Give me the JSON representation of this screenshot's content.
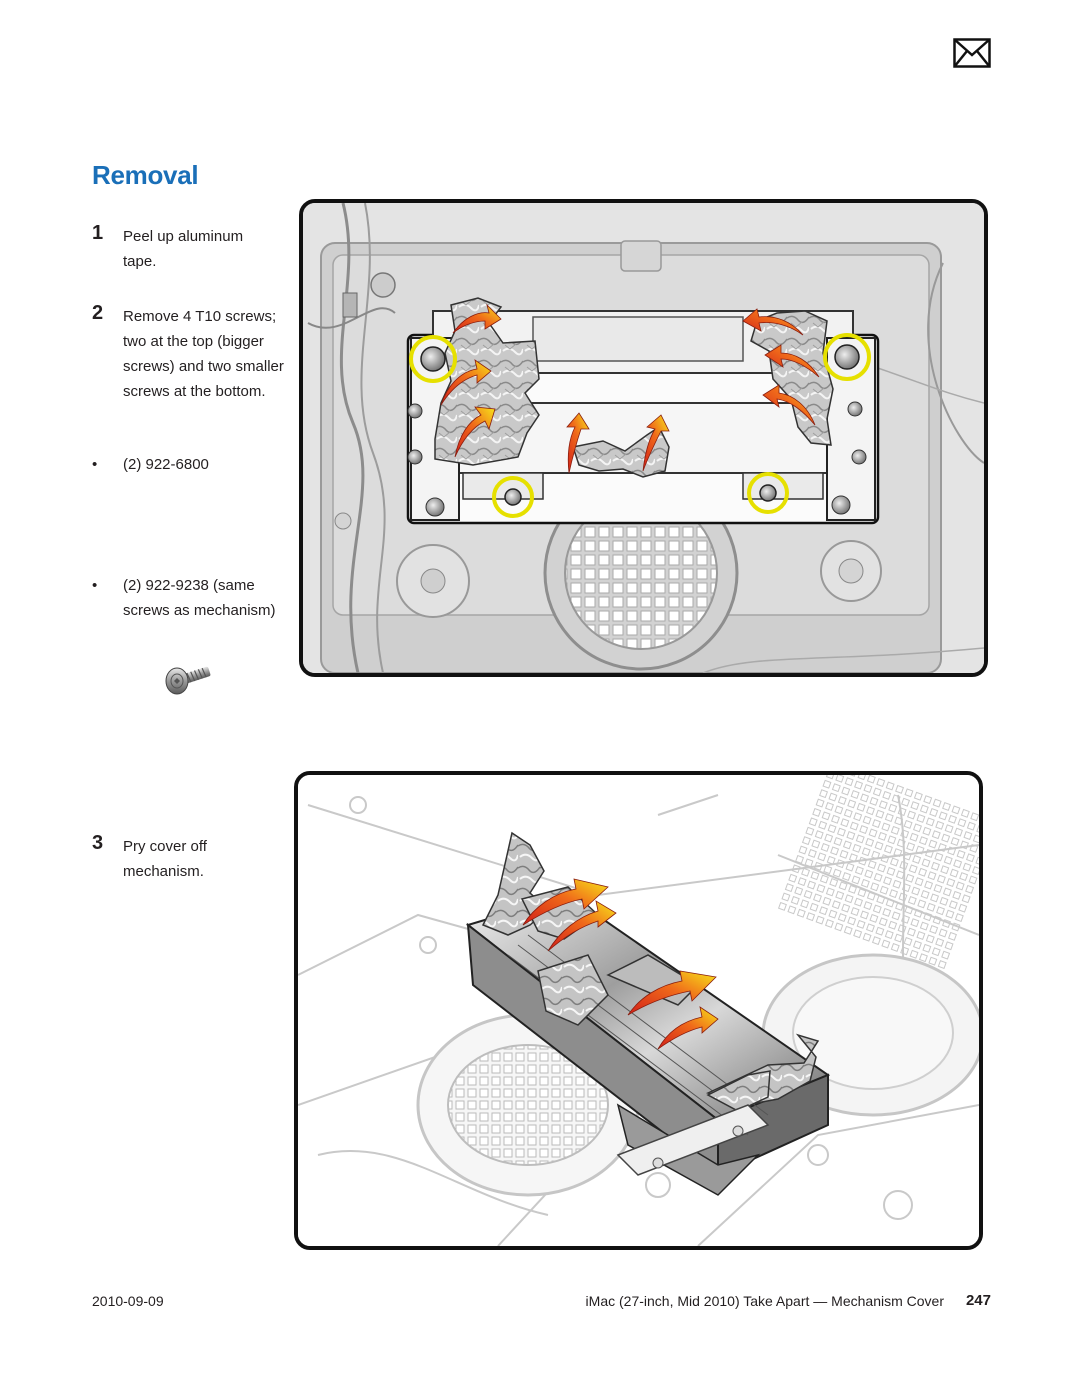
{
  "header": {
    "mail_icon": "envelope-icon"
  },
  "section": {
    "title": "Removal"
  },
  "steps": [
    {
      "number": "1",
      "text": "Peel up aluminum tape."
    },
    {
      "number": "2",
      "text": "Remove 4 T10 screws; two at the top (bigger screws) and two smaller screws at the bottom."
    },
    {
      "number": "3",
      "text": "Pry cover off mechanism."
    }
  ],
  "bullets": [
    {
      "dot": "•",
      "text": "(2) 922-6800"
    },
    {
      "dot": "•",
      "text": "(2) 922-9238 (same screws as mechanism)"
    }
  ],
  "figures": {
    "figure1": {
      "description_icon": "mechanism-tape-removal-illustration"
    },
    "figure2": {
      "description_icon": "mechanism-cover-pry-illustration"
    },
    "screw": {
      "icon": "screw-icon"
    }
  },
  "colors": {
    "title_blue": "#1a6fb8",
    "arrow_red": "#e8281e",
    "arrow_yellow": "#f7e51a",
    "screw_highlight": "#e6e000"
  },
  "footer": {
    "date": "2010-09-09",
    "title": "iMac (27-inch, Mid 2010) Take Apart — Mechanism Cover",
    "page": "247"
  }
}
